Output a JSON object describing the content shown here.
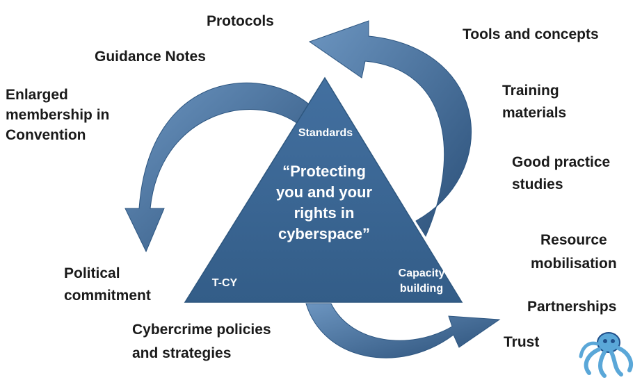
{
  "diagram": {
    "center_text": "“Protecting\nyou and your\nrights in\ncyberspace”",
    "corners": {
      "top": "Standards",
      "bottom_left": "T-CY",
      "bottom_right": "Capacity\nbuilding"
    },
    "labels": {
      "protocols": "Protocols",
      "guidance_notes": "Guidance Notes",
      "enlarged_membership": "Enlarged\nmembership in\nConvention",
      "political_commitment": "Political\ncommitment",
      "cybercrime_policies": "Cybercrime policies\nand strategies",
      "tools_and_concepts": "Tools and concepts",
      "training_materials": "Training\nmaterials",
      "good_practice": "Good practice\nstudies",
      "resource_mobilisation": "Resource\nmobilisation",
      "partnerships": "Partnerships",
      "trust": "Trust"
    },
    "colors": {
      "triangle": "#3a6592",
      "arrow_light": "#5b86b3",
      "arrow_dark": "#274c73",
      "text": "#1a1a1a",
      "mascot": "#5aa7d8"
    },
    "mascot_icon": "octopus-icon"
  }
}
